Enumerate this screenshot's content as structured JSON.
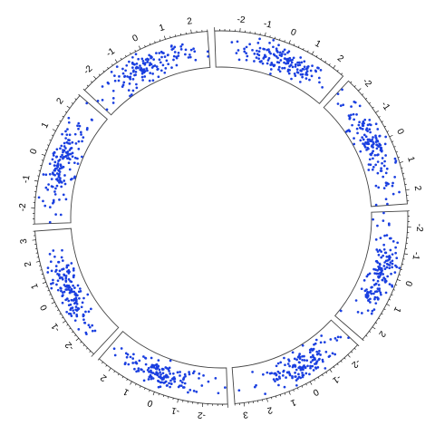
{
  "chart_data": {
    "type": "scatter",
    "layout": "circular",
    "sectors": [
      {
        "name": "",
        "xlim": [
          -3,
          2.5
        ],
        "tick_labels": [
          "-2",
          "-1",
          "0",
          "1",
          "2"
        ]
      },
      {
        "name": "",
        "xlim": [
          -2.5,
          2.5
        ],
        "tick_labels": [
          "-2",
          "-1",
          "0",
          "1",
          "2"
        ]
      },
      {
        "name": "",
        "xlim": [
          -2.6,
          2.6
        ],
        "tick_labels": [
          "-2",
          "-1",
          "0",
          "1",
          "2"
        ]
      },
      {
        "name": "",
        "xlim": [
          -2.6,
          3.4
        ],
        "tick_labels": [
          "-2",
          "-1",
          "0",
          "1",
          "2",
          "3"
        ]
      },
      {
        "name": "",
        "xlim": [
          -3,
          2.6
        ],
        "tick_labels": [
          "-2",
          "-1",
          "0",
          "1",
          "2"
        ]
      },
      {
        "name": "",
        "xlim": [
          -3,
          3.4
        ],
        "tick_labels": [
          "-2",
          "-1",
          "0",
          "1",
          "2",
          "3"
        ]
      },
      {
        "name": "",
        "xlim": [
          -2.6,
          2.6
        ],
        "tick_labels": [
          "-2",
          "-1",
          "0",
          "1",
          "2"
        ]
      },
      {
        "name": "",
        "xlim": [
          -2.6,
          2.6
        ],
        "tick_labels": [
          "-2",
          "-1",
          "0",
          "1",
          "2"
        ]
      }
    ],
    "series": [
      {
        "name": "",
        "color": "#1a3fe0",
        "points_per_sector": 150,
        "distribution": "normal(0,1)"
      }
    ],
    "track": {
      "ylim": [
        0,
        1
      ],
      "grid": false
    },
    "legend": "none",
    "title": "",
    "xlabel": "",
    "ylabel": ""
  }
}
